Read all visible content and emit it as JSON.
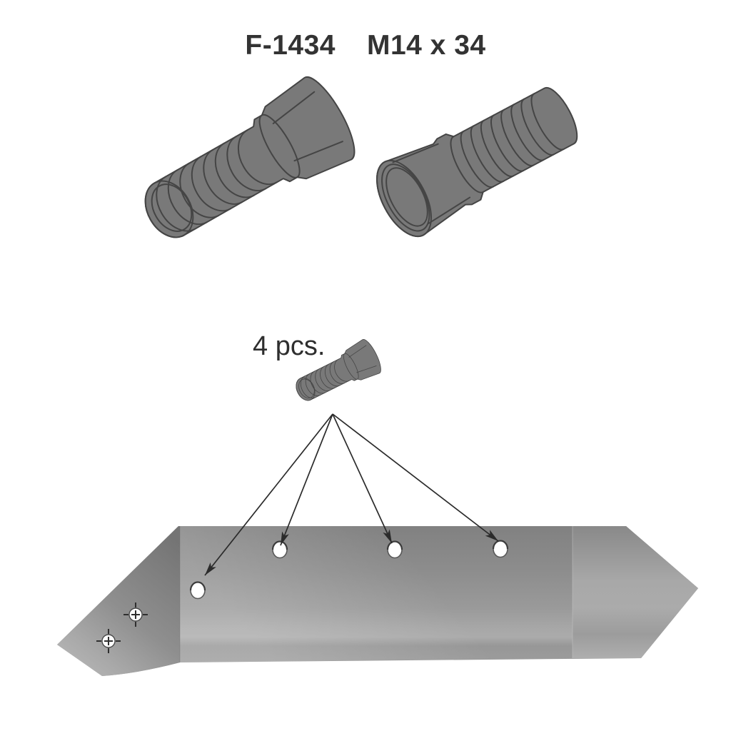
{
  "header": {
    "part_number": "F-1434",
    "dimensions": "M14 x 34"
  },
  "callout": {
    "quantity_label": "4 pcs."
  },
  "figure": {
    "bolt_view_count": 2,
    "bolt_hole_count": 4,
    "leader_arrow_count": 4,
    "center_mark_count": 2,
    "colors": {
      "background": "#ffffff",
      "title_text": "#333333",
      "bolt_fill": "#797979",
      "bolt_outline": "#454545",
      "blade_gray": "#969696",
      "hole_fill": "#ffffff",
      "arrow": "#2b2b2b"
    }
  }
}
